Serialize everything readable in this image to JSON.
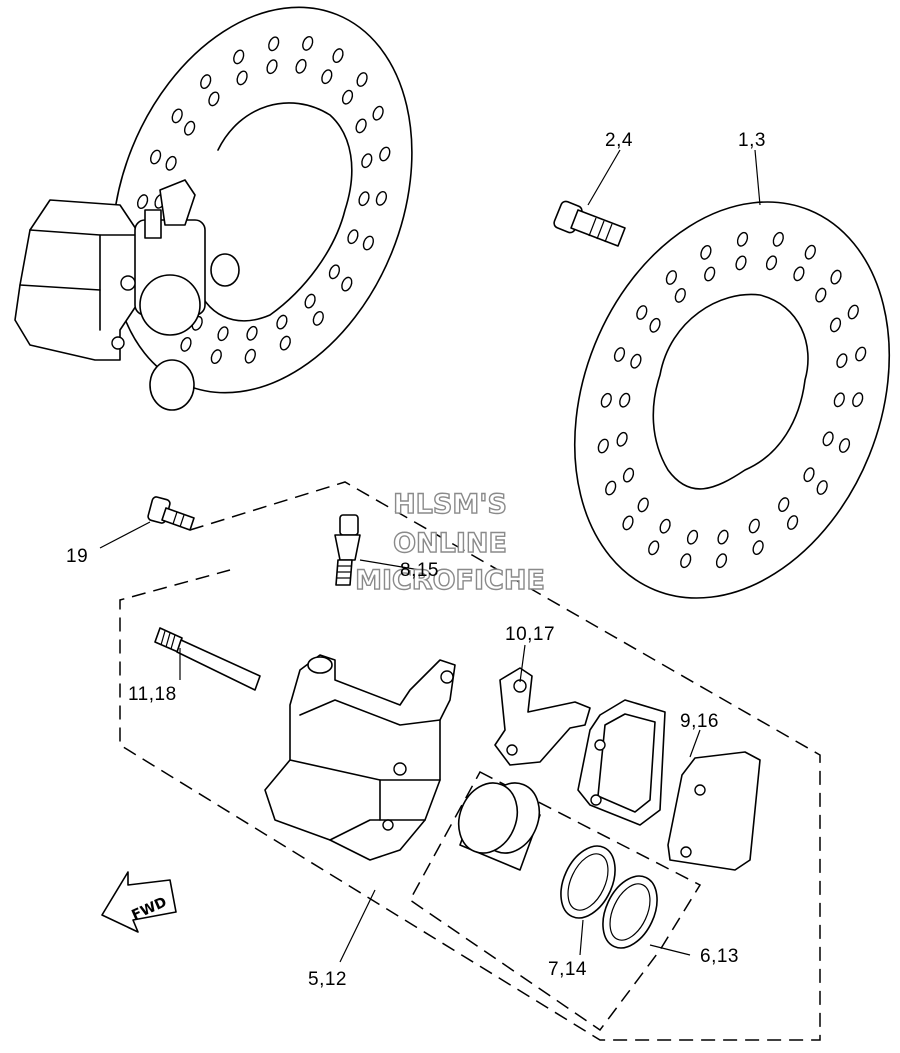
{
  "watermark": {
    "line1": "HLSM'S",
    "line2": "ONLINE",
    "line3": "MICROFICHE"
  },
  "direction_arrow": {
    "label": "FWD"
  },
  "callouts": {
    "disc": "1,3",
    "disc_bolt": "2,4",
    "caliper_assembly": "5,12",
    "piston_seal_kit": "6,13",
    "dust_seal": "7,14",
    "bleed_screw": "8,15",
    "pad_set": "9,16",
    "pad_support": "10,17",
    "caliper_pin": "11,18",
    "mount_bolt": "19"
  }
}
